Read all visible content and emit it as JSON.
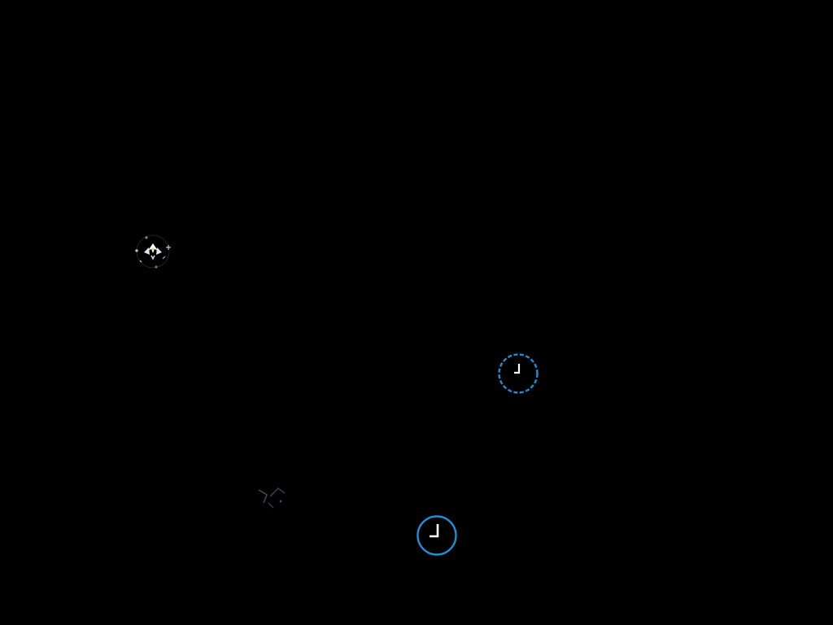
{
  "scene": {
    "background_color": "#000000",
    "objects": [
      {
        "name": "player-ship",
        "icon": "sparkling-ship-icon"
      },
      {
        "name": "clock-pickup",
        "icon": "clock-icon",
        "color": "#1e8fd6"
      },
      {
        "name": "clock-pickup",
        "icon": "clock-icon",
        "color": "#1e8fd6"
      },
      {
        "name": "faint-debris",
        "icon": "debris-icon",
        "color": "#3a4a5a"
      }
    ]
  }
}
